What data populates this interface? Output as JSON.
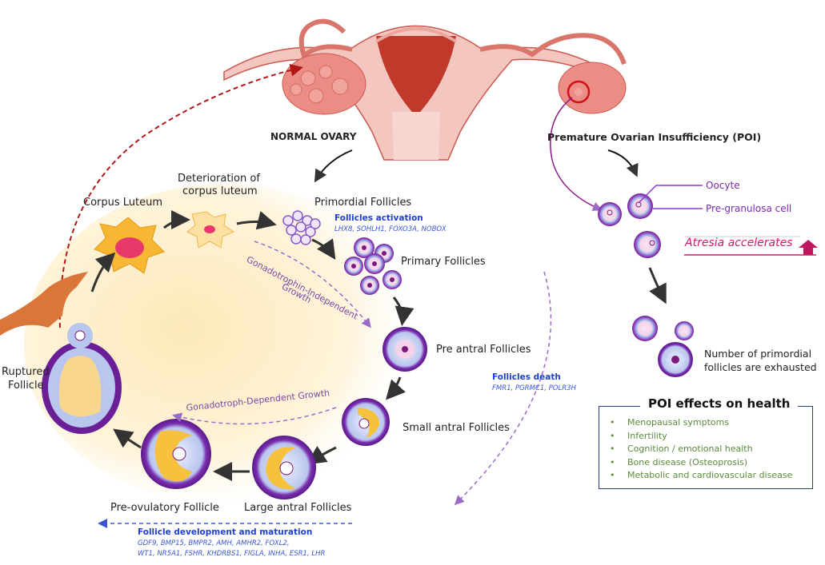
{
  "diagram": {
    "headers": {
      "normal_ovary": "NORMAL OVARY",
      "poi": "Premature Ovarian Insufficiency (POI)"
    },
    "cycle_stages": [
      {
        "id": "primordial",
        "label": "Primordial Follicles"
      },
      {
        "id": "primary",
        "label": "Primary Follicles"
      },
      {
        "id": "preantral",
        "label": "Pre antral Follicles"
      },
      {
        "id": "small-antral",
        "label": "Small antral Follicles"
      },
      {
        "id": "large-antral",
        "label": "Large antral Follicles"
      },
      {
        "id": "preovulatory",
        "label": "Pre-ovulatory Follicle"
      },
      {
        "id": "ruptured-line1",
        "label": "Ruptured"
      },
      {
        "id": "ruptured-line2",
        "label": "Follicle"
      },
      {
        "id": "corpus-luteum",
        "label": "Corpus Luteum"
      },
      {
        "id": "deterioration-line1",
        "label": "Deterioration of"
      },
      {
        "id": "deterioration-line2",
        "label": "corpus luteum"
      }
    ],
    "growth_phases": {
      "independent_line1": "Gonadotrophin-Independent",
      "independent_line2": "Growth",
      "dependent": "Gonadotroph-Dependent Growth"
    },
    "gene_groups": {
      "activation": {
        "title": "Follicles activation",
        "genes": "LHX8, SOHLH1, FOXO3A, NOBOX"
      },
      "death": {
        "title": "Follicles death",
        "genes": "FMR1, PGRMC1, POLR3H"
      },
      "development": {
        "title": "Follicle development and maturation",
        "genes_line1": "GDF9, BMP15, BMPR2, AMH, AMHR2, FOXL2,",
        "genes_line2": "WT1, NR5A1, FSHR, KHDRBS1, FIGLA, INHA, ESR1, LHR"
      }
    },
    "poi_panel": {
      "oocyte_label": "Oocyte",
      "pregranulosa_label": "Pre-granulosa cell",
      "atresia_label": "Atresia accelerates",
      "exhausted_line1": "Number of primordial",
      "exhausted_line2": "follicles are exhausted"
    },
    "poi_effects": {
      "title": "POI effects on health",
      "items": [
        "Menopausal symptoms",
        "Infertility",
        "Cognition / emotional health",
        "Bone disease (Osteoprosis)",
        "Metabolic and cardiovascular disease"
      ]
    },
    "colors": {
      "gene_blue": "#1f3fd0",
      "growth_purple": "#7a4aa8",
      "atresia_pink": "#d01a6a",
      "effects_green": "#5a8a3a",
      "box_border": "#2b3f7a",
      "uterus_red": "#c0392b",
      "follicle_purple": "#7b2fa8"
    }
  }
}
